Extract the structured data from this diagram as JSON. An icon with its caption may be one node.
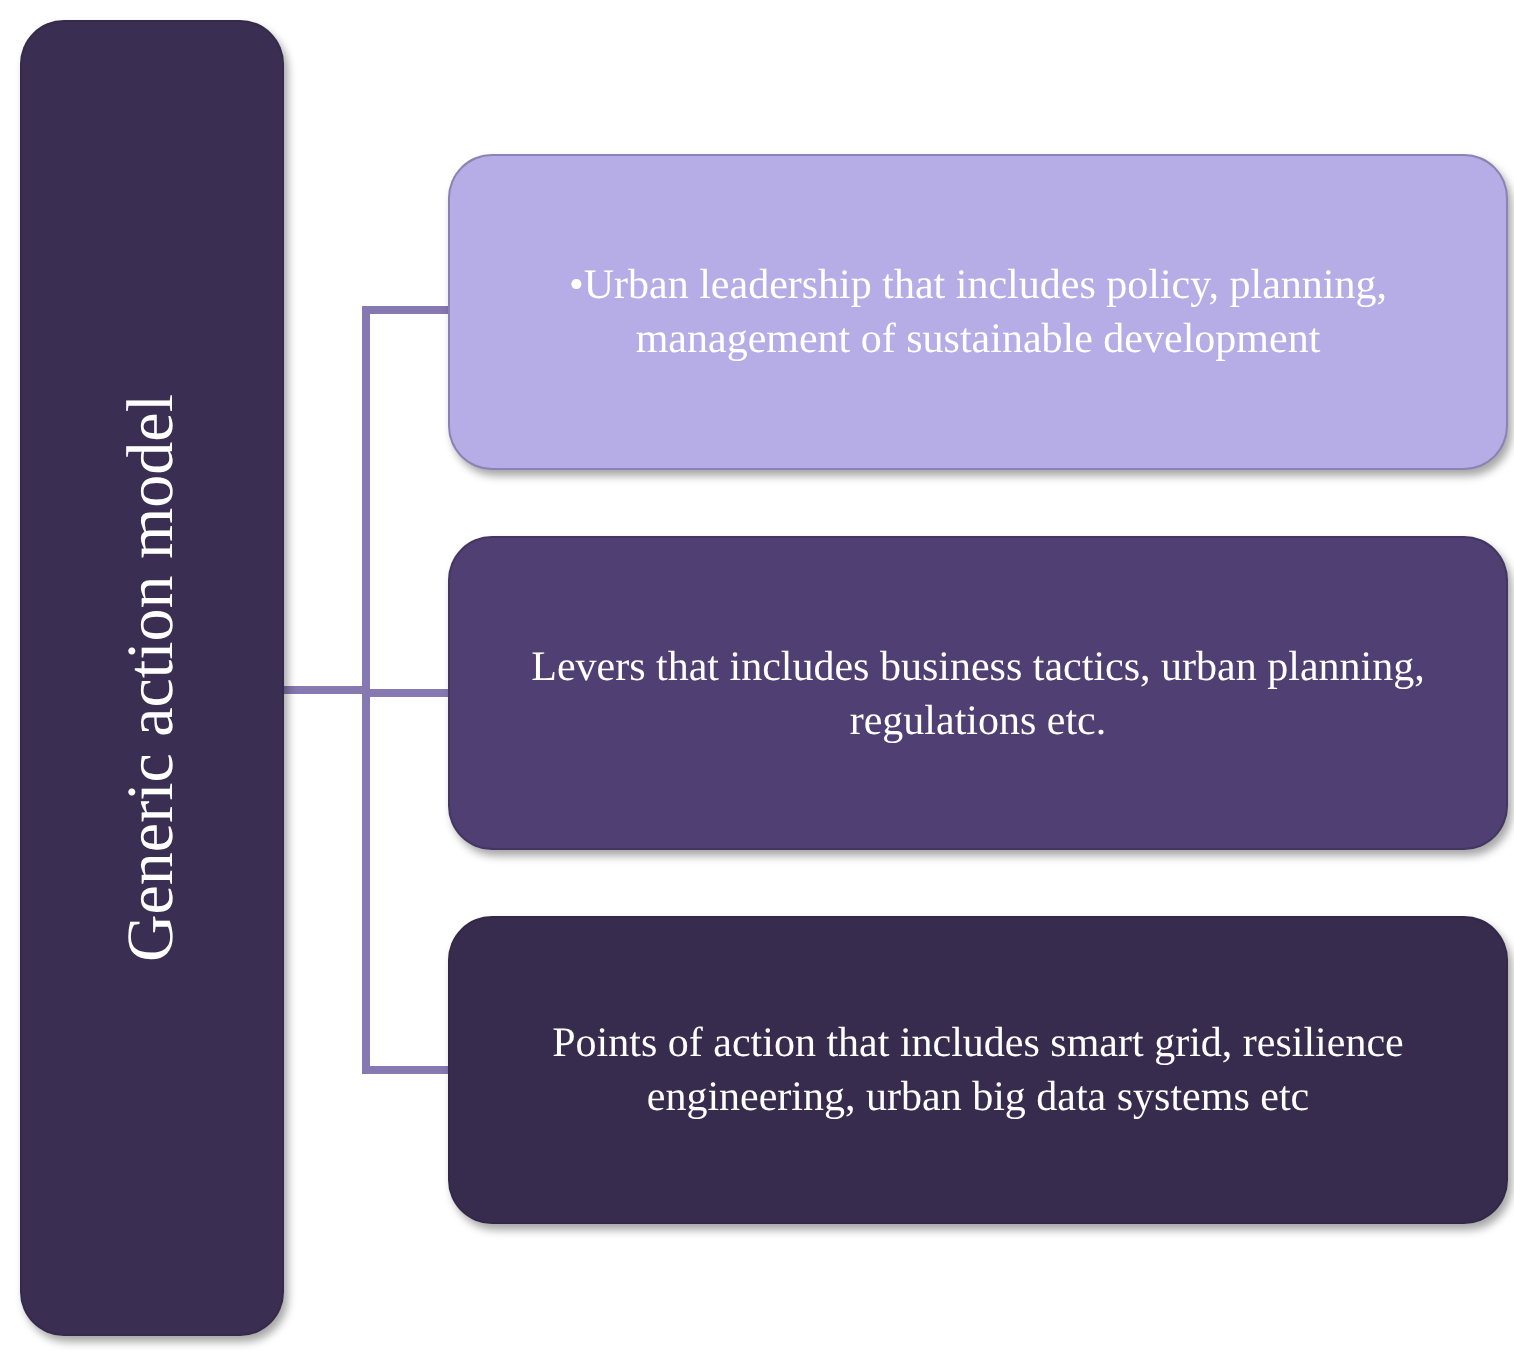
{
  "diagram": {
    "nodes": [
      {
        "text": [
          "Generic action model"
        ]
      },
      {
        "text": [
          "•Urban leadership that includes policy, planning, management of sustainable development"
        ]
      },
      {
        "text": [
          "Levers that includes business tactics, urban planning, regulations etc."
        ]
      },
      {
        "text": [
          "Points of action that includes smart grid, resilience engineering, urban big data systems etc"
        ]
      }
    ],
    "edges": [
      {
        "from": 0,
        "to": 1,
        "arrow": "none"
      },
      {
        "from": 0,
        "to": 2,
        "arrow": "none"
      },
      {
        "from": 0,
        "to": 3,
        "arrow": "none"
      }
    ]
  }
}
